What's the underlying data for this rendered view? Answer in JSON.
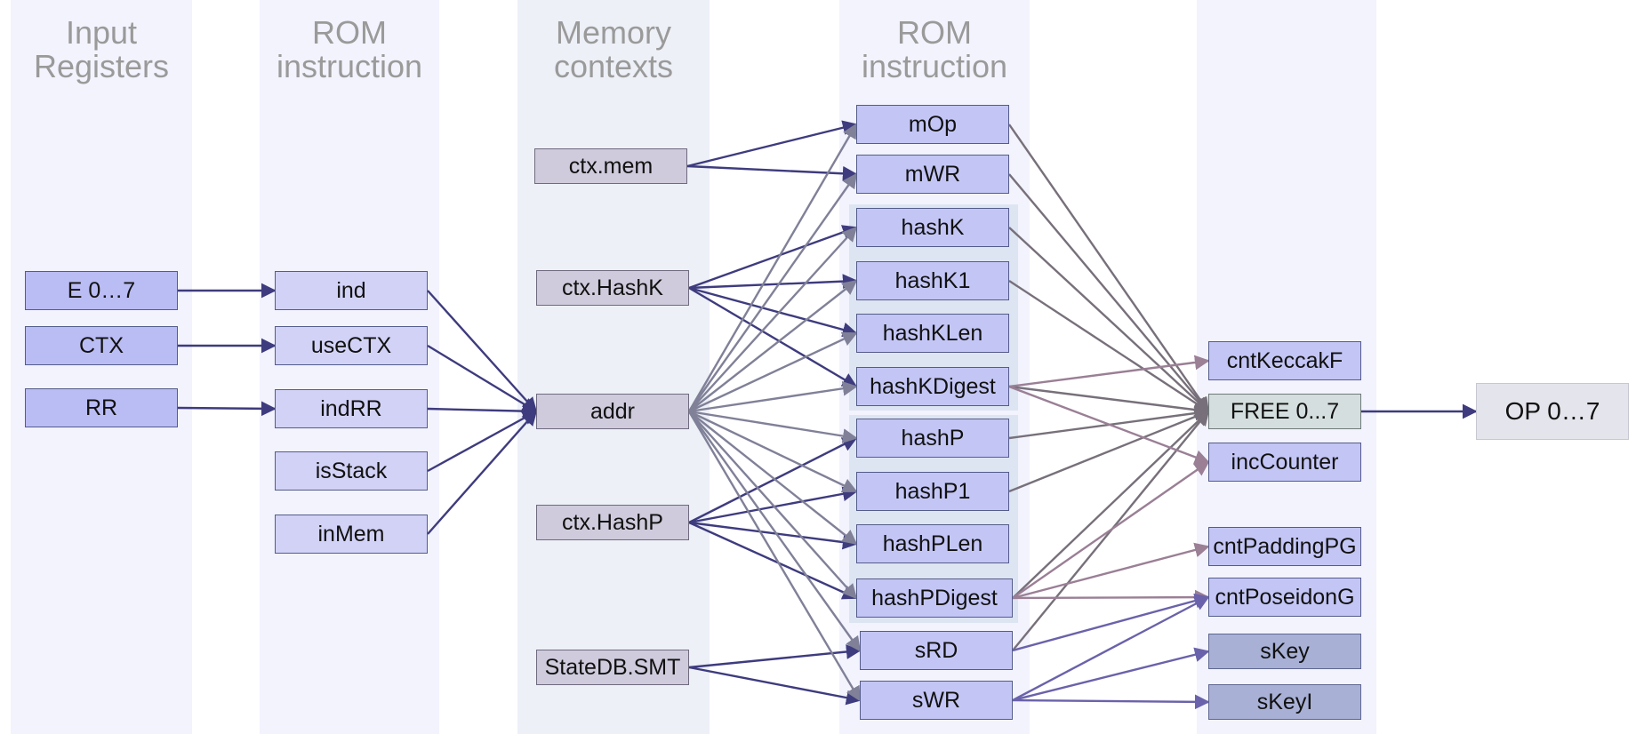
{
  "columns": [
    {
      "id": "input",
      "title": "Input\nRegisters",
      "color": "#f2f3fd"
    },
    {
      "id": "rom1",
      "title": "ROM\ninstruction",
      "color": "#f2f3fd"
    },
    {
      "id": "mem",
      "title": "Memory\ncontexts",
      "color": "#edf0f7"
    },
    {
      "id": "rom2",
      "title": "ROM\ninstruction",
      "color": "#f2f3fd"
    },
    {
      "id": "out",
      "title": "",
      "color": "#f2f3fd"
    }
  ],
  "nodes": {
    "e07": "E 0…7",
    "ctx": "CTX",
    "rr": "RR",
    "ind": "ind",
    "usectx": "useCTX",
    "indrr": "indRR",
    "isstack": "isStack",
    "inmem": "inMem",
    "ctxmem": "ctx.mem",
    "ctxhashk": "ctx.HashK",
    "addr": "addr",
    "ctxhashp": "ctx.HashP",
    "statedb": "StateDB.SMT",
    "mop": "mOp",
    "mwr": "mWR",
    "hashk": "hashK",
    "hashk1": "hashK1",
    "hashklen": "hashKLen",
    "hashkdigest": "hashKDigest",
    "hashp": "hashP",
    "hashp1": "hashP1",
    "hashplen": "hashPLen",
    "hashpdigest": "hashPDigest",
    "srd": "sRD",
    "swr": "sWR",
    "cntkeccakf": "cntKeccakF",
    "free": "FREE 0...7",
    "inccounter": "incCounter",
    "cntpaddingpg": "cntPaddingPG",
    "cntposeidong": "cntPoseidonG",
    "skey": "sKey",
    "skeyi": "sKeyI",
    "op07": "OP 0…7"
  },
  "colors": {
    "arrow_dark": "#3e3b7e",
    "arrow_gray": "#808098",
    "arrow_brown": "#77707a",
    "arrow_mauve": "#9a7f95",
    "arrow_purple": "#6a62aa"
  },
  "edges": [
    [
      "e07",
      "ind",
      "arrow_dark"
    ],
    [
      "ctx",
      "usectx",
      "arrow_dark"
    ],
    [
      "rr",
      "indrr",
      "arrow_dark"
    ],
    [
      "ind",
      "addr",
      "arrow_dark"
    ],
    [
      "usectx",
      "addr",
      "arrow_dark"
    ],
    [
      "indrr",
      "addr",
      "arrow_dark"
    ],
    [
      "isstack",
      "addr",
      "arrow_dark"
    ],
    [
      "inmem",
      "addr",
      "arrow_dark"
    ],
    [
      "ctxmem",
      "mop",
      "arrow_dark"
    ],
    [
      "ctxmem",
      "mwr",
      "arrow_dark"
    ],
    [
      "ctxhashk",
      "hashk",
      "arrow_dark"
    ],
    [
      "ctxhashk",
      "hashk1",
      "arrow_dark"
    ],
    [
      "ctxhashk",
      "hashklen",
      "arrow_dark"
    ],
    [
      "ctxhashk",
      "hashkdigest",
      "arrow_dark"
    ],
    [
      "ctxhashp",
      "hashp",
      "arrow_dark"
    ],
    [
      "ctxhashp",
      "hashp1",
      "arrow_dark"
    ],
    [
      "ctxhashp",
      "hashplen",
      "arrow_dark"
    ],
    [
      "ctxhashp",
      "hashpdigest",
      "arrow_dark"
    ],
    [
      "statedb",
      "srd",
      "arrow_dark"
    ],
    [
      "statedb",
      "swr",
      "arrow_dark"
    ],
    [
      "addr",
      "mop",
      "arrow_gray"
    ],
    [
      "addr",
      "mwr",
      "arrow_gray"
    ],
    [
      "addr",
      "hashk",
      "arrow_gray"
    ],
    [
      "addr",
      "hashk1",
      "arrow_gray"
    ],
    [
      "addr",
      "hashklen",
      "arrow_gray"
    ],
    [
      "addr",
      "hashkdigest",
      "arrow_gray"
    ],
    [
      "addr",
      "hashp",
      "arrow_gray"
    ],
    [
      "addr",
      "hashp1",
      "arrow_gray"
    ],
    [
      "addr",
      "hashplen",
      "arrow_gray"
    ],
    [
      "addr",
      "hashpdigest",
      "arrow_gray"
    ],
    [
      "addr",
      "srd",
      "arrow_gray"
    ],
    [
      "addr",
      "swr",
      "arrow_gray"
    ],
    [
      "mop",
      "free",
      "arrow_brown"
    ],
    [
      "mwr",
      "free",
      "arrow_brown"
    ],
    [
      "hashk",
      "free",
      "arrow_brown"
    ],
    [
      "hashk1",
      "free",
      "arrow_brown"
    ],
    [
      "hashkdigest",
      "free",
      "arrow_brown"
    ],
    [
      "hashp",
      "free",
      "arrow_brown"
    ],
    [
      "hashp1",
      "free",
      "arrow_brown"
    ],
    [
      "hashpdigest",
      "free",
      "arrow_brown"
    ],
    [
      "srd",
      "free",
      "arrow_brown"
    ],
    [
      "hashkdigest",
      "cntkeccakf",
      "arrow_mauve"
    ],
    [
      "hashkdigest",
      "inccounter",
      "arrow_mauve"
    ],
    [
      "hashpdigest",
      "cntpaddingpg",
      "arrow_mauve"
    ],
    [
      "hashpdigest",
      "cntposeidong",
      "arrow_mauve"
    ],
    [
      "hashpdigest",
      "inccounter",
      "arrow_mauve"
    ],
    [
      "srd",
      "cntposeidong",
      "arrow_purple"
    ],
    [
      "swr",
      "cntposeidong",
      "arrow_purple"
    ],
    [
      "swr",
      "skey",
      "arrow_purple"
    ],
    [
      "swr",
      "skeyi",
      "arrow_purple"
    ],
    [
      "free",
      "op07",
      "arrow_dark"
    ]
  ]
}
